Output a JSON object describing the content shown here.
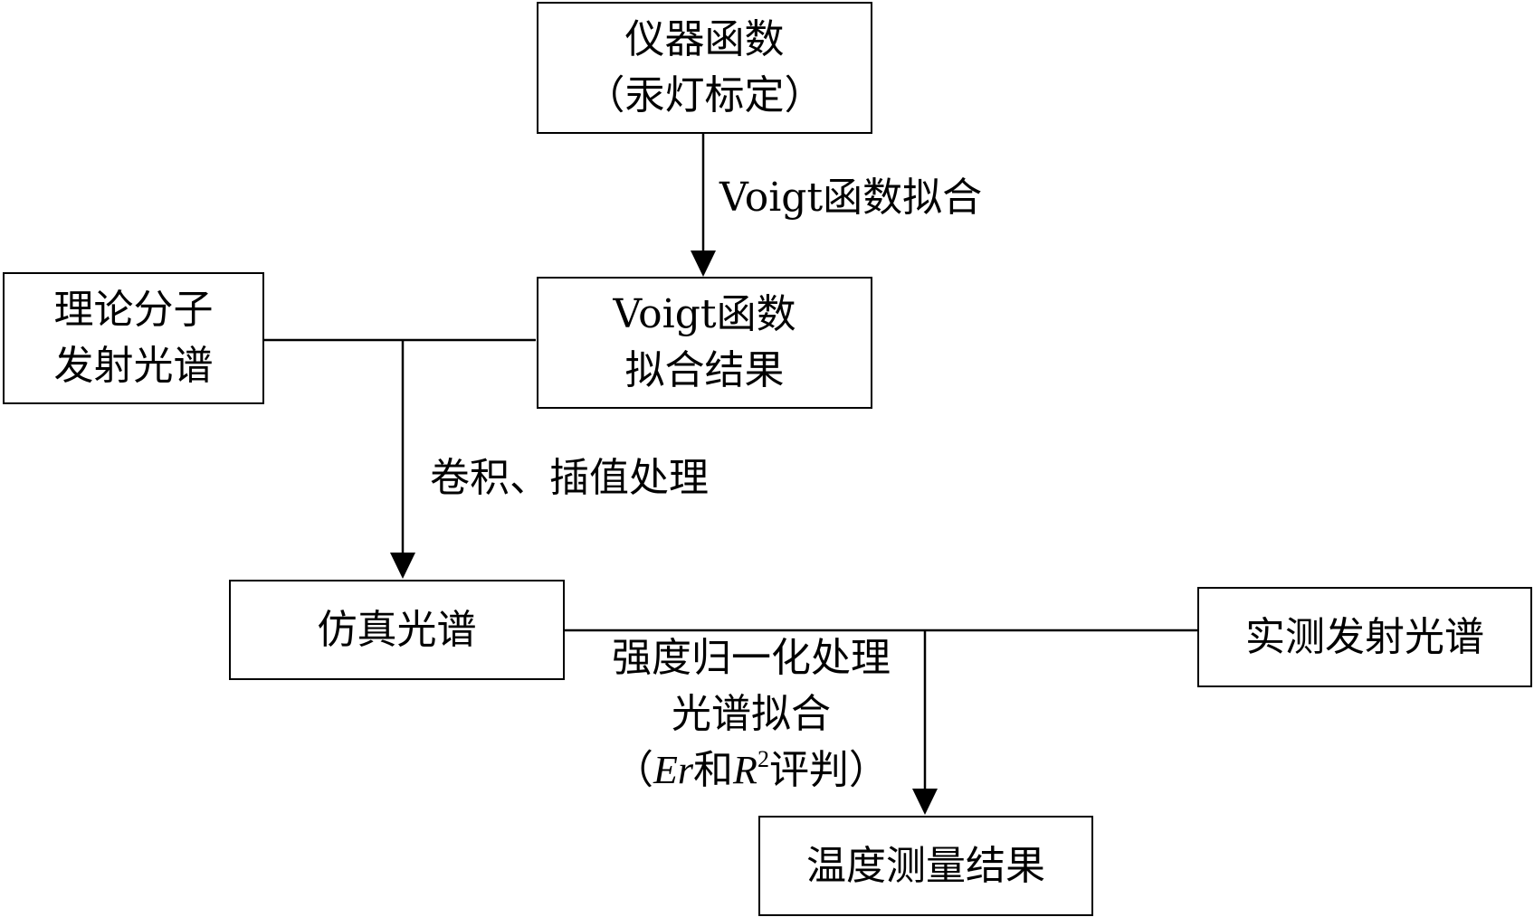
{
  "nodes": {
    "instrument": {
      "line1": "仪器函数",
      "line2": "（汞灯标定）"
    },
    "voigt_result": {
      "line1": "Voigt函数",
      "line2": "拟合结果"
    },
    "theory": {
      "line1": "理论分子",
      "line2": "发射光谱"
    },
    "simulated": {
      "label": "仿真光谱"
    },
    "measured": {
      "label": "实测发射光谱"
    },
    "temperature": {
      "label": "温度测量结果"
    }
  },
  "edges": {
    "voigt_fit": "Voigt函数拟合",
    "convolution": "卷积、插值处理",
    "normalize": "强度归一化处理",
    "spectral_fit": "光谱拟合",
    "criteria": {
      "open": "（",
      "er": "Er",
      "and": "和",
      "r": "R",
      "sup": "2",
      "tail": "评判）"
    }
  }
}
